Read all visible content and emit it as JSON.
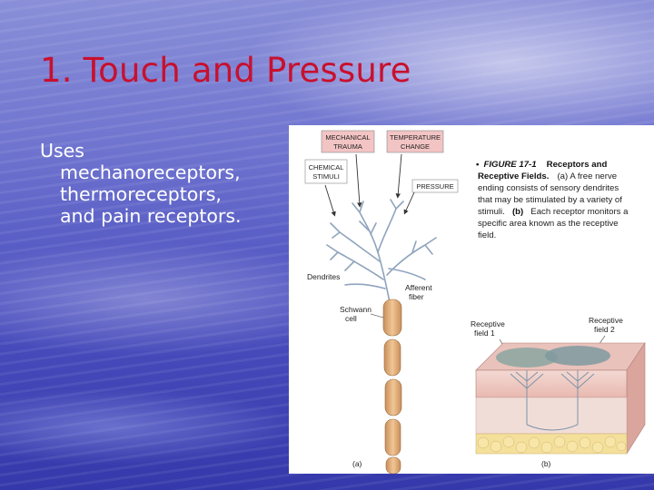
{
  "slide": {
    "title": "1. Touch and Pressure",
    "body": {
      "line1": "Uses",
      "line2": "mechanoreceptors,",
      "line3": "thermoreceptors,",
      "line4": "and pain receptors."
    }
  },
  "figure": {
    "stimulus_boxes": {
      "mechanical": [
        "MECHANICAL",
        "TRAUMA"
      ],
      "temperature": [
        "TEMPERATURE",
        "CHANGE"
      ],
      "chemical": [
        "CHEMICAL",
        "STIMULI"
      ],
      "pressure": "PRESSURE"
    },
    "labels": {
      "dendrites": "Dendrites",
      "afferent": [
        "Afferent",
        "fiber"
      ],
      "schwann": [
        "Schwann",
        "cell"
      ],
      "field1": [
        "Receptive",
        "field 1"
      ],
      "field2": [
        "Receptive",
        "field 2"
      ],
      "panel_a": "(a)",
      "panel_b": "(b)"
    },
    "caption": {
      "bullet": "•",
      "figure_label": "FIGURE 17-1",
      "line1_rest": "Receptors and",
      "line2_bold": "Receptive Fields.",
      "line2_rest": "(a) A free nerve",
      "line3": "ending consists of sensory dendrites",
      "line4": "that may be stimulated by a variety of",
      "line5_a": "stimuli.",
      "line5_b": "(b)",
      "line5_c": "Each receptor monitors a",
      "line6": "specific area known as the receptive",
      "line7": "field."
    }
  },
  "colors": {
    "title": "#c8102e",
    "body_text": "#ffffff",
    "nerve": "#8fa4bd",
    "schwann": "#e2b07e",
    "stimulus_box_pink": "#f3c4c4",
    "caption_bullet": "#d21e2e"
  }
}
